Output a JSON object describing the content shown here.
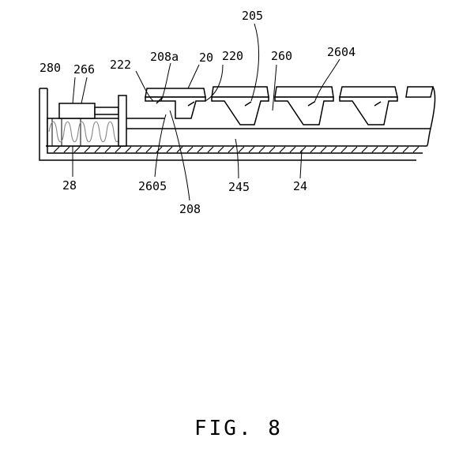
{
  "figure": {
    "caption": "FIG. 8",
    "labels": {
      "l280": "280",
      "l266": "266",
      "l222": "222",
      "l208a": "208a",
      "l20": "20",
      "l220": "220",
      "l205": "205",
      "l260": "260",
      "l2604": "2604",
      "l28": "28",
      "l2605": "2605",
      "l208": "208",
      "l245": "245",
      "l24": "24"
    }
  }
}
